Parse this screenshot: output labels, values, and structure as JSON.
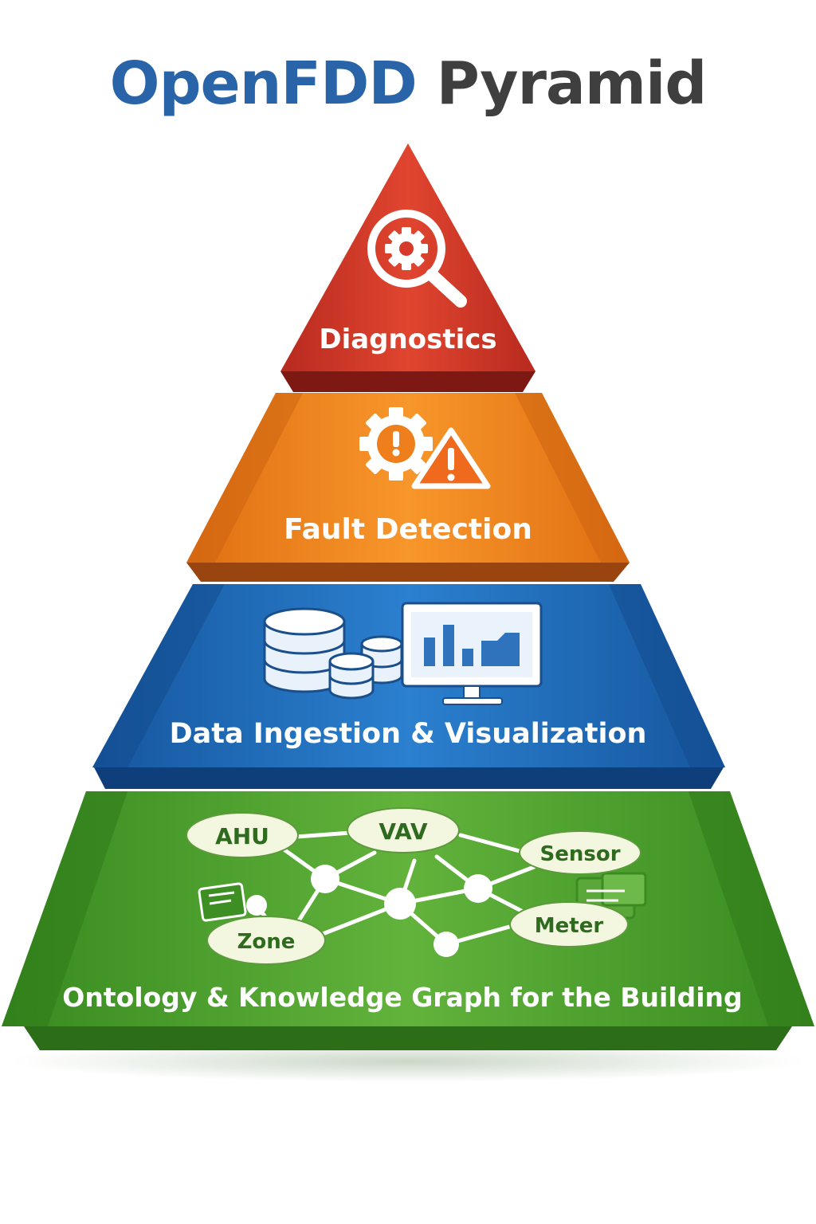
{
  "title": {
    "part1": "OpenFDD",
    "part2": "Pyramid",
    "part1_color": "#2a64a8",
    "part2_color": "#3f3f3f"
  },
  "tiers": [
    {
      "label": "Diagnostics",
      "color": "#d63a2a",
      "icon": "magnifier-gear-icon"
    },
    {
      "label": "Fault Detection",
      "color": "#f0841c",
      "icon": "gear-warning-icon"
    },
    {
      "label": "Data Ingestion & Visualization",
      "color": "#1f6fc0",
      "icon": "database-monitor-icon"
    },
    {
      "label": "Ontology & Knowledge Graph for the Building",
      "color": "#4a9a2c",
      "icon": "knowledge-graph-icon"
    }
  ],
  "graph_nodes": [
    "AHU",
    "VAV",
    "Sensor",
    "Zone",
    "Meter"
  ]
}
